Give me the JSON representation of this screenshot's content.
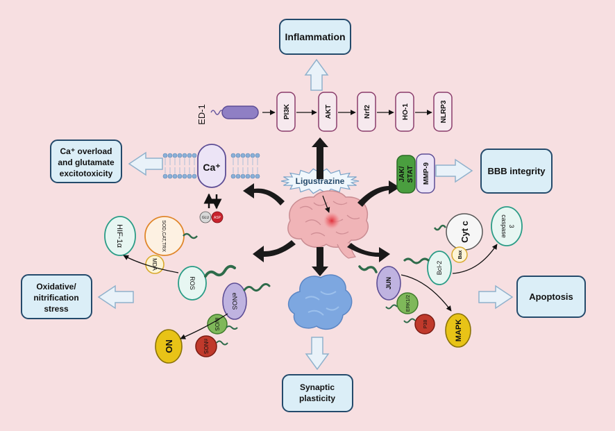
{
  "center": {
    "label": "Ligustrazine"
  },
  "outcomes": {
    "inflammation": "Inflammation",
    "ca_line1": "Ca⁺ overload",
    "ca_line2": "and glutamate",
    "ca_line3": "excitotoxicity",
    "bbb": "BBB integrity",
    "oxid_line1": "Oxidative/",
    "oxid_line2": "nitrification",
    "oxid_line3": "stress",
    "apoptosis": "Apoptosis",
    "syn_line1": "Synaptic",
    "syn_line2": "plasticity"
  },
  "pathway": {
    "receptor": "ED-1",
    "nodes": [
      "PI3K",
      "AKT",
      "Nrf2",
      "HO-1",
      "NLRP3"
    ]
  },
  "calcium": {
    "channel": "Ca⁺",
    "glu": "GLU",
    "asp": "ASP"
  },
  "bbb_markers": {
    "jak_line1": "JAK/",
    "jak_line2": "STAT",
    "mmp": "MMP-9"
  },
  "oxidative_markers": {
    "hif": "HIF-1α",
    "sod": "SOD,CAT,TRX",
    "mda": "MDA",
    "ros": "ROS",
    "enos": "eNOS",
    "inos": "iNOS",
    "nnos": "nNOS",
    "no": "NO"
  },
  "apoptosis_markers": {
    "cytc": "Cyt c",
    "bax": "Bax",
    "bcl2": "Bcl-2",
    "casp_line1": "caspase",
    "casp_line2": "3",
    "jun": "JUN",
    "erk": "ERK1/2",
    "p38": "P38",
    "mapk": "MAPK"
  }
}
